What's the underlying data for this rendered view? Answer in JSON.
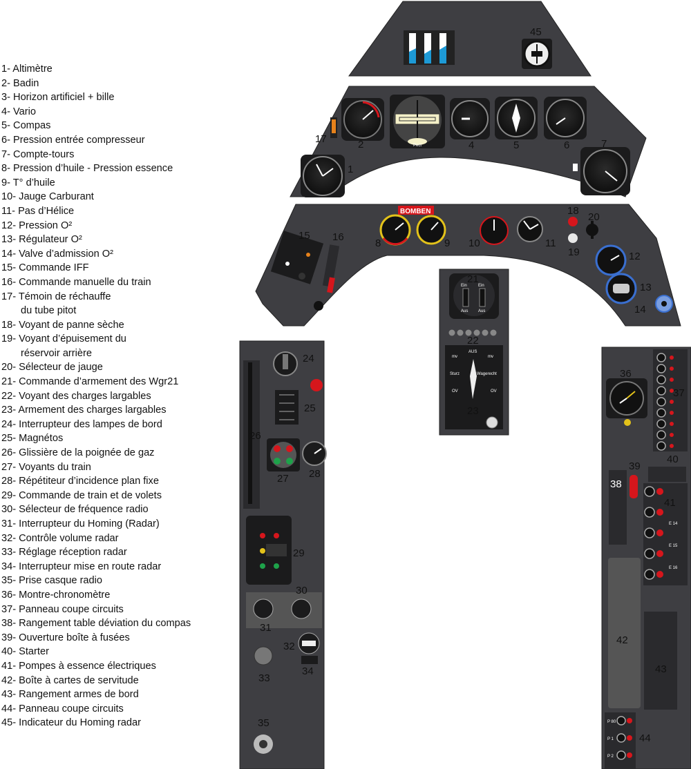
{
  "legend": [
    {
      "n": "1",
      "t": "1- Altimètre"
    },
    {
      "n": "2",
      "t": "2- Badin"
    },
    {
      "n": "3",
      "t": "3- Horizon artificiel + bille"
    },
    {
      "n": "4",
      "t": "4- Vario"
    },
    {
      "n": "5",
      "t": "5- Compas"
    },
    {
      "n": "6",
      "t": "6- Pression entrée compresseur"
    },
    {
      "n": "7",
      "t": "7- Compte-tours"
    },
    {
      "n": "8",
      "t": "8- Pression d’huile - Pression essence"
    },
    {
      "n": "9",
      "t": "9- T° d’huile"
    },
    {
      "n": "10",
      "t": "10- Jauge Carburant"
    },
    {
      "n": "11",
      "t": "11- Pas d’Hélice"
    },
    {
      "n": "12",
      "t": "12- Pression O²"
    },
    {
      "n": "13",
      "t": "13- Régulateur O²"
    },
    {
      "n": "14",
      "t": "14- Valve d’admission O²"
    },
    {
      "n": "15",
      "t": "15- Commande IFF"
    },
    {
      "n": "16",
      "t": "16- Commande manuelle du train"
    },
    {
      "n": "17",
      "t": "17- Témoin de réchauffe",
      "t2": "du tube pitot"
    },
    {
      "n": "18",
      "t": "18- Voyant de panne sèche"
    },
    {
      "n": "19",
      "t": "19- Voyant d’épuisement du",
      "t2": "réservoir arrière"
    },
    {
      "n": "20",
      "t": "20- Sélecteur de jauge"
    },
    {
      "n": "21",
      "t": "21- Commande d’armement des Wgr21"
    },
    {
      "n": "22",
      "t": "22- Voyant des charges largables"
    },
    {
      "n": "23",
      "t": "23- Armement des charges largables"
    },
    {
      "n": "24",
      "t": "24- Interrupteur des lampes de bord"
    },
    {
      "n": "25",
      "t": "25- Magnétos"
    },
    {
      "n": "26",
      "t": "26- Glissière de la poignée de gaz"
    },
    {
      "n": "27",
      "t": "27- Voyants du train"
    },
    {
      "n": "28",
      "t": "28- Répétiteur d’incidence plan fixe"
    },
    {
      "n": "29",
      "t": "29- Commande de train et de volets"
    },
    {
      "n": "30",
      "t": "30- Sélecteur de fréquence radio"
    },
    {
      "n": "31",
      "t": "31- Interrupteur du Homing (Radar)"
    },
    {
      "n": "32",
      "t": "32- Contrôle volume radar"
    },
    {
      "n": "33",
      "t": "33- Réglage réception radar"
    },
    {
      "n": "34",
      "t": "34- Interrupteur mise en route radar"
    },
    {
      "n": "35",
      "t": "35- Prise casque radio"
    },
    {
      "n": "36",
      "t": "36- Montre-chronomètre"
    },
    {
      "n": "37",
      "t": "37- Panneau coupe circuits"
    },
    {
      "n": "38",
      "t": "38- Rangement table déviation du compas"
    },
    {
      "n": "39",
      "t": "39- Ouverture boîte à fusées"
    },
    {
      "n": "40",
      "t": "40- Starter"
    },
    {
      "n": "41",
      "t": "41- Pompes à essence électriques"
    },
    {
      "n": "42",
      "t": "42- Boîte à cartes de servitude"
    },
    {
      "n": "43",
      "t": "43- Rangement armes de bord"
    },
    {
      "n": "44",
      "t": "44- Panneau coupe circuits"
    },
    {
      "n": "45",
      "t": "45- Indicateur du Homing radar"
    }
  ],
  "callouts": {
    "n1": "1",
    "n2": "2",
    "n4": "4",
    "n5": "5",
    "n6": "6",
    "n7": "7",
    "n8": "8",
    "n9": "9",
    "n10": "10",
    "n11": "11",
    "n12": "12",
    "n13": "13",
    "n14": "14",
    "n15": "15",
    "n16": "16",
    "n17": "17",
    "n18": "18",
    "n19": "19",
    "n20": "20",
    "n21": "21",
    "n22": "22",
    "n23": "23",
    "n24": "24",
    "n25": "25",
    "n26": "26",
    "n27": "27",
    "n28": "28",
    "n29": "29",
    "n30": "30",
    "n31": "31",
    "n32": "32",
    "n33": "33",
    "n34": "34",
    "n35": "35",
    "n36": "36",
    "n37": "37",
    "n38": "38",
    "n39": "39",
    "n40": "40",
    "n41": "41",
    "n42": "42",
    "n43": "43",
    "n44": "44",
    "n45": "45"
  },
  "panel_labels": {
    "bomben": "BOMBEN",
    "ein": "Ein",
    "aus": "Aus",
    "aus_caps": "AUS",
    "mv": "mv",
    "sturz": "Sturz",
    "wagerecht": "Wagerecht",
    "ov": "OV",
    "horizon_label": "Pect",
    "pump_labels": [
      "E 14",
      "E 15",
      "E 16"
    ],
    "cb_labels": [
      "P 80",
      "P 1",
      "P 2"
    ]
  },
  "colors": {
    "panel": "#3e3e42",
    "panel_dark": "#2a2a2d",
    "bezel": "#1b1b1c",
    "lamp_red": "#d6161c",
    "lamp_green": "#1ea24a",
    "lamp_yellow": "#e3c21a",
    "ring_blue": "#3a6fd0",
    "stripe_blue": "#1d9ad6"
  }
}
